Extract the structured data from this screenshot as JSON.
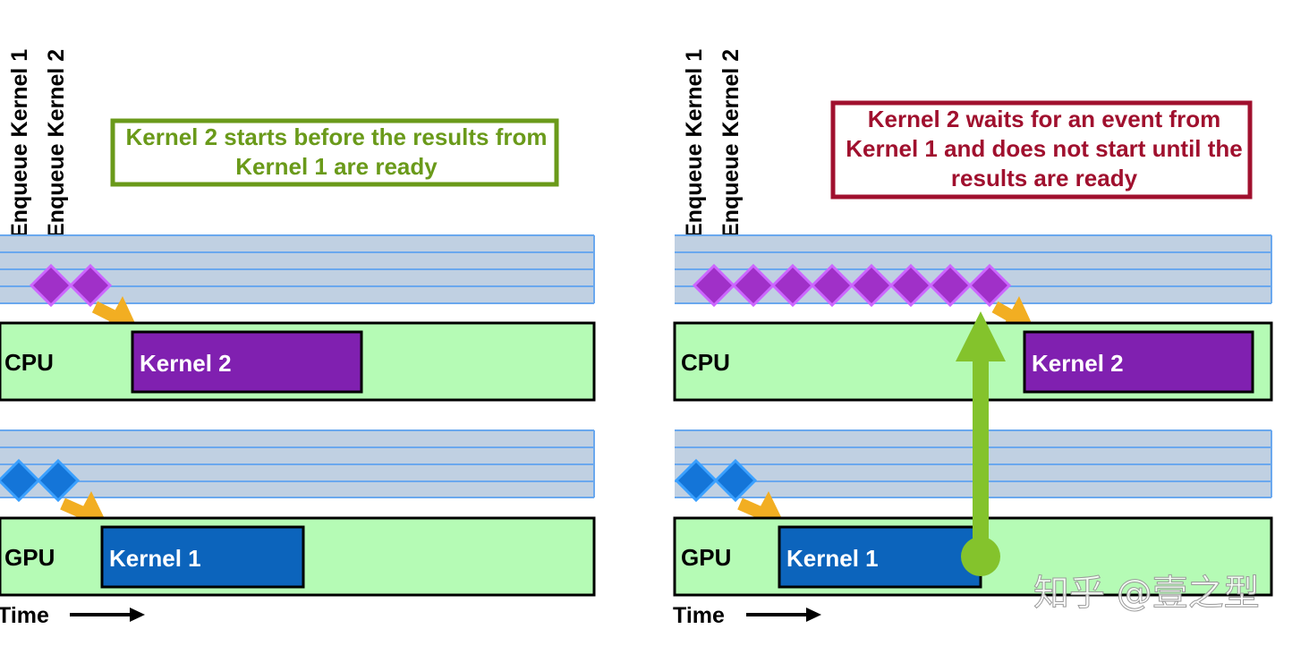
{
  "colors": {
    "lane_band": "#c0d0e2",
    "lane_line": "#6aa8ee",
    "processor_fill": "#b5fbb5",
    "cpu_kernel": "#8020b0",
    "gpu_kernel": "#0c64bc",
    "cpu_diamond": "#a030c8",
    "cpu_diamond_edge": "#cc66ff",
    "gpu_diamond": "#1475d8",
    "gpu_diamond_edge": "#3aa0ff",
    "dispatch_arrow": "#f2ae22",
    "green_note": "#6a9a1a",
    "red_note": "#a0102e",
    "event_arrow": "#84c32c"
  },
  "left_panel": {
    "enqueue_labels": [
      "Enqueue Kernel 1",
      "Enqueue Kernel 2"
    ],
    "note_lines": [
      "Kernel 2 starts before the results from",
      "Kernel 1 are ready"
    ],
    "cpu_label": "CPU",
    "gpu_label": "GPU",
    "cpu_kernel": "Kernel 2",
    "gpu_kernel": "Kernel 1",
    "time_label": "Time"
  },
  "right_panel": {
    "enqueue_labels": [
      "Enqueue Kernel 1",
      "Enqueue Kernel 2"
    ],
    "note_lines": [
      "Kernel 2 waits for an event from",
      "Kernel 1 and does not start until the",
      "results are ready"
    ],
    "cpu_label": "CPU",
    "gpu_label": "GPU",
    "cpu_kernel": "Kernel 2",
    "gpu_kernel": "Kernel 1",
    "time_label": "Time"
  },
  "watermark": "知乎 @壹之型"
}
